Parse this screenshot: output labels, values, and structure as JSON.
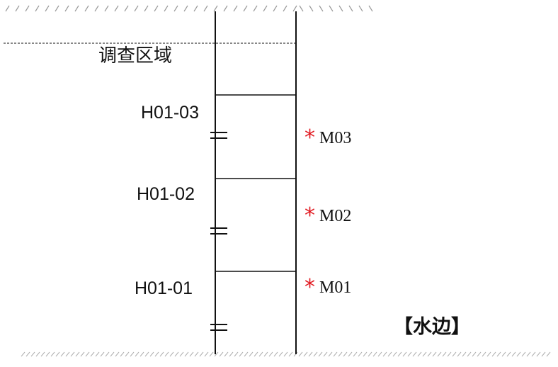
{
  "diagram": {
    "zone_label": "调查区域",
    "hole_labels": [
      "H01-03",
      "H01-02",
      "H01-01"
    ],
    "markers": [
      {
        "symbol": "*",
        "label": "M03"
      },
      {
        "symbol": "*",
        "label": "M02"
      },
      {
        "symbol": "*",
        "label": "M01"
      }
    ],
    "water_label": "【水边】",
    "colors": {
      "line": "#111111",
      "marker": "#e11b22",
      "ground_hatch": "#9a9a9a"
    }
  }
}
